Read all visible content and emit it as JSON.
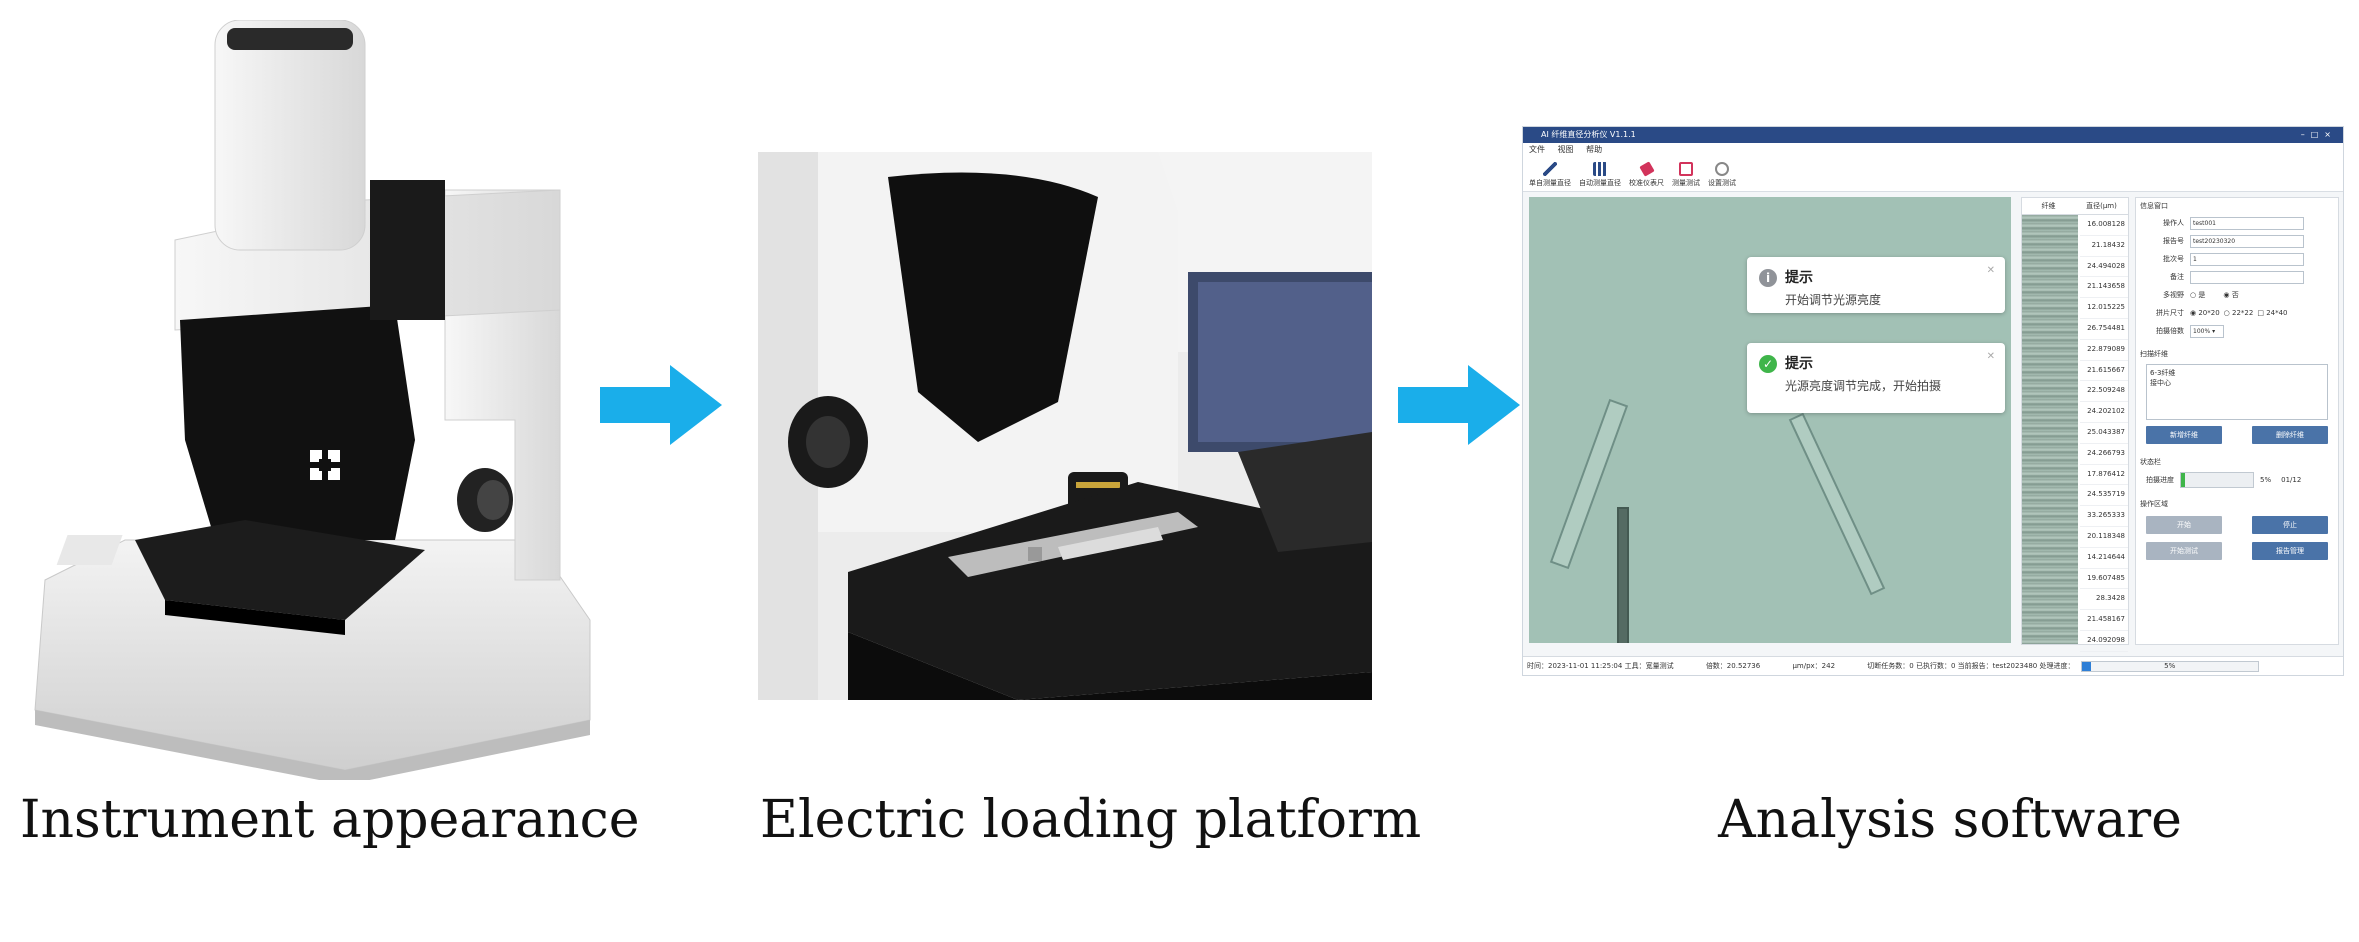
{
  "captions": {
    "instrument": "Instrument appearance",
    "platform": "Electric loading platform",
    "software": "Analysis software"
  },
  "colors": {
    "arrow": "#1aaeea",
    "titlebar": "#2a4a86",
    "button": "#4a73a8"
  },
  "software": {
    "title": "AI 纤维直径分析仪 V1.1.1",
    "menu": [
      "文件",
      "视图",
      "帮助"
    ],
    "toolbar": [
      {
        "label": "单自测量直径",
        "icon": "pen-icon"
      },
      {
        "label": "自动测量直径",
        "icon": "bars-icon"
      },
      {
        "label": "校准仪表尺",
        "icon": "ruler-icon"
      },
      {
        "label": "测量测试",
        "icon": "report-icon"
      },
      {
        "label": "设置测试",
        "icon": "clock-icon"
      }
    ],
    "toasts": [
      {
        "title": "提示",
        "message": "开始调节光源亮度",
        "icon": "info-icon"
      },
      {
        "title": "提示",
        "message": "光源亮度调节完成，开始拍摄",
        "icon": "success-icon"
      }
    ],
    "table": {
      "headers": [
        "纤维",
        "直径(μm)"
      ],
      "values": [
        "16.008128",
        "21.18432",
        "24.494028",
        "21.143658",
        "12.015225",
        "26.754481",
        "22.879089",
        "21.615667",
        "22.509248",
        "24.202102",
        "25.043387",
        "24.266793",
        "17.876412",
        "24.535719",
        "33.265333",
        "20.118348",
        "14.214644",
        "19.607485",
        "28.3428",
        "21.458167",
        "24.092098"
      ]
    },
    "panel": {
      "section_info": "信息窗口",
      "fields": [
        {
          "label": "操作人",
          "value": "test001"
        },
        {
          "label": "报告号",
          "value": "test20230320"
        },
        {
          "label": "批次号",
          "value": "1"
        },
        {
          "label": "备注",
          "value": ""
        }
      ],
      "multi_label": "多视野",
      "multi_options": [
        "是",
        "否"
      ],
      "size_label": "拼片尺寸",
      "size_options": [
        "20*20",
        "22*22",
        "24*40"
      ],
      "zoom_label": "拍摄倍数",
      "zoom_value": "100%",
      "section_scan": "扫描纤维",
      "scan_text": [
        "6-3纤维",
        "接中心"
      ],
      "scan_buttons": [
        "新增纤维",
        "删除纤维"
      ],
      "section_status": "状态栏",
      "progress_label": "拍摄进度",
      "progress_pct": "5%",
      "progress_fraction": 0.05,
      "progress_count": "01/12",
      "section_ops": "操作区域",
      "ops_buttons": [
        "开始",
        "停止",
        "开始测试",
        "报告管理"
      ]
    },
    "status": {
      "time": "时间：2023-11-01 11:25:04  工具：宽量测试",
      "zoom": "倍数：20.52736",
      "pix": "μm/px：242",
      "counts": "切断任务数：0  已执行数：0  当前报告：test2023480  处理进度：",
      "pct": "5%",
      "fraction": 0.05
    }
  }
}
